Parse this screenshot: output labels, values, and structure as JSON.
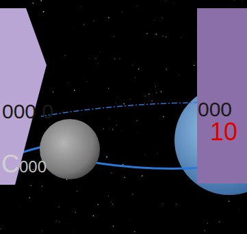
{
  "diagram": {
    "nodes": [
      {
        "text": [
          "000",
          "10"
        ]
      }
    ],
    "labels": [
      "000 0",
      "C",
      "000"
    ]
  }
}
